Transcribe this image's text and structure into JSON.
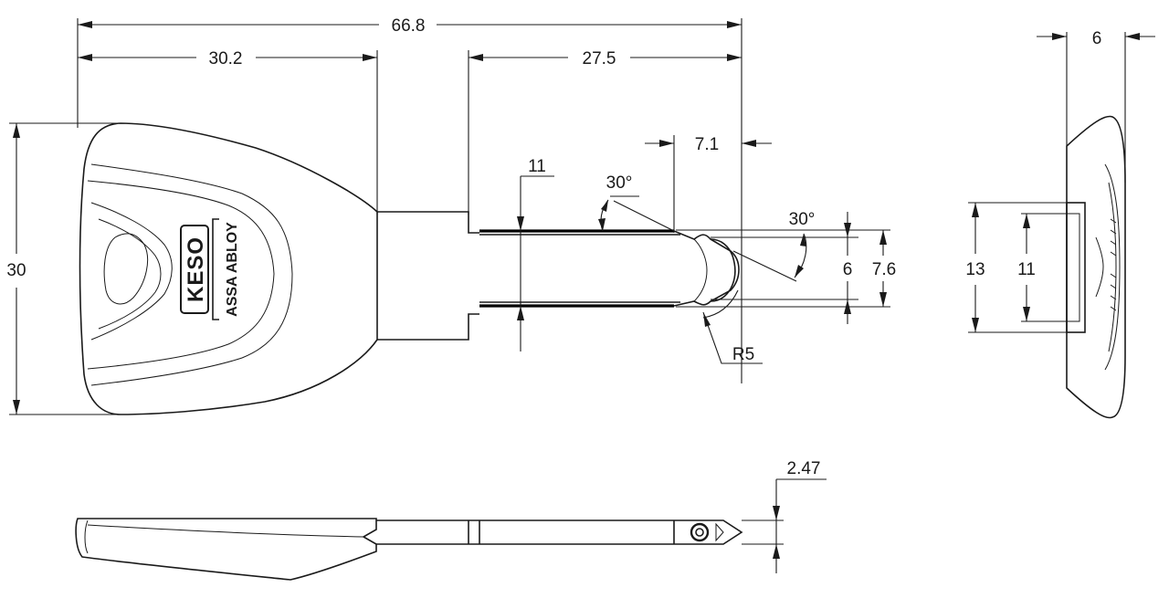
{
  "dimensions": {
    "overall_length": "66.8",
    "head_length": "30.2",
    "blade_length": "27.5",
    "tip_length": "7.1",
    "groove_position": "11",
    "blade_angle": "30°",
    "tip_angle": "30°",
    "tip_inner_width": "6",
    "tip_outer_width": "7.6",
    "tip_radius": "R5",
    "head_height": "30",
    "side_thickness": "6",
    "side_outer_height": "13",
    "side_inner_height": "11",
    "blade_thickness": "2.47"
  },
  "logo": {
    "brand": "KESO",
    "company": "ASSA ABLOY"
  },
  "colors": {
    "line": "#1a1a1a",
    "background": "#ffffff"
  }
}
